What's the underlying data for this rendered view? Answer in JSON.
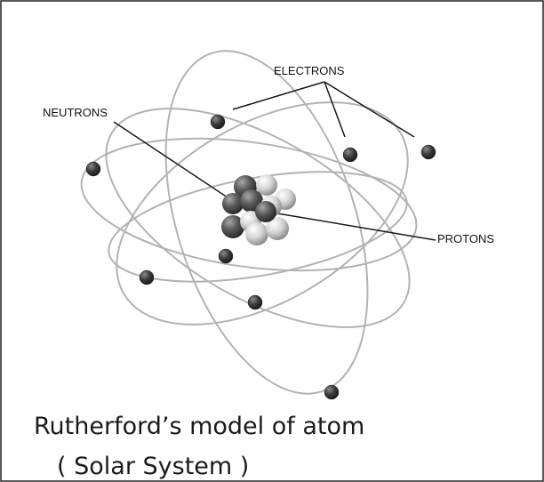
{
  "diagram": {
    "labels": {
      "electrons": "ELECTRONS",
      "neutrons": "NEUTRONS",
      "protons": "PROTONS"
    },
    "caption": {
      "line1": "Rutherford’s model of atom",
      "line2": "( Solar System )"
    },
    "colors": {
      "orbit": "#b3b3b3",
      "electron": "#3e3e3e",
      "neutron": "#5a5a5a",
      "proton": "#d8d8d8",
      "line": "#1a1a1a"
    }
  }
}
